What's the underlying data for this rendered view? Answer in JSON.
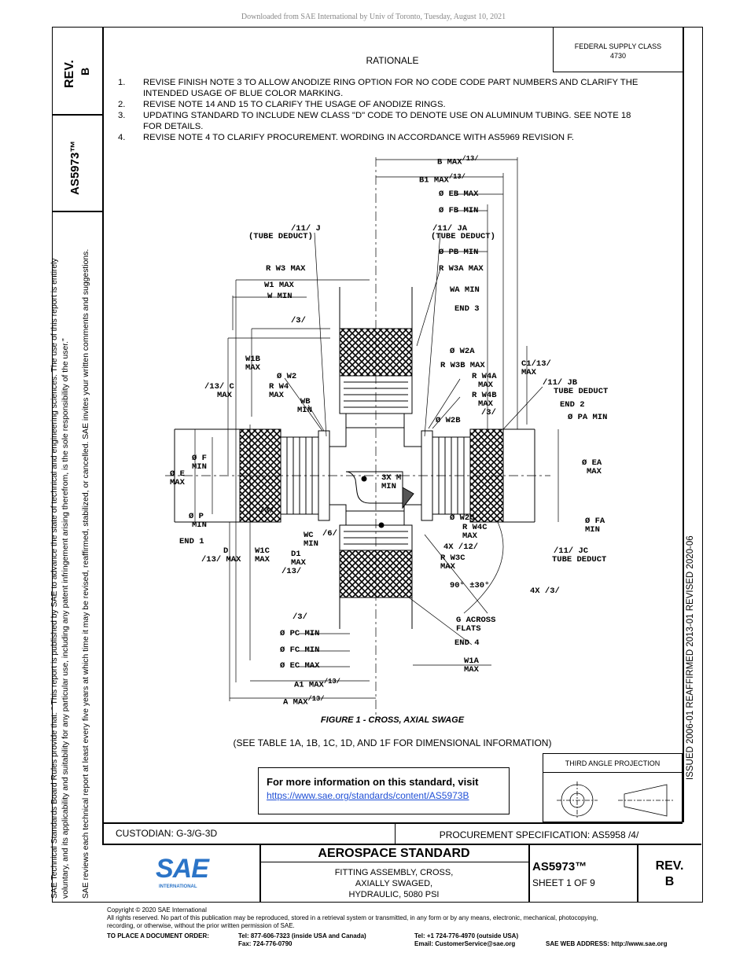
{
  "header": {
    "download_notice": "Downloaded from SAE International by Univ of Toronto, Tuesday, August 10, 2021"
  },
  "left_column": {
    "rev_label": "REV.",
    "rev_value": "B",
    "doc_number": "AS5973™",
    "policy_line1": "SAE Technical Standards Board Rules provide that: \"  This report is published by SAE to advance the state of technical and engineering sciences. The use of this report is entirely",
    "policy_line2": "voluntary, and its applicability and suitability for any particular use, including any patent infringement arising therefrom, is the sole responsibility of the user.\"",
    "policy_line3": "SAE reviews each technical report at least every five years at which time it may be revised, reaffirmed, stabilized, or cancelled. SAE invites your written comments and suggestions."
  },
  "right_column": {
    "dates": "ISSUED 2006-01    REAFFIRMED 2013-01    REVISED 2020-06"
  },
  "supply_class": {
    "line1": "FEDERAL SUPPLY CLASS",
    "line2": "4730"
  },
  "rationale": {
    "title": "RATIONALE",
    "items": [
      {
        "num": "1.",
        "text": "REVISE FINISH NOTE 3 TO ALLOW ANODIZE RING OPTION FOR NO CODE CODE PART NUMBERS AND CLARIFY THE INTENDED USAGE OF BLUE COLOR MARKING."
      },
      {
        "num": "2.",
        "text": "REVISE NOTE 14 AND 15 TO CLARIFY THE USAGE OF ANODIZE RINGS."
      },
      {
        "num": "3.",
        "text": "UPDATING STANDARD TO INCLUDE NEW CLASS \"D\" CODE TO DENOTE USE ON ALUMINUM TUBING. SEE NOTE 18 FOR DETAILS."
      },
      {
        "num": "4.",
        "text": "REVISE NOTE 4 TO CLARIFY PROCUREMENT. WORDING IN ACCORDANCE WITH AS5969 REVISION F."
      }
    ]
  },
  "drawing": {
    "labels": {
      "b_max": "B MAX",
      "b_max_ref": "/13/",
      "b1_max": "B1 MAX",
      "b1_max_ref": "/13/",
      "eb_max": "Ø EB MAX",
      "fb_min": "Ø FB MIN",
      "j_line1": "/11/ J",
      "j_line2": "(TUBE DEDUCT)",
      "ja_line1": "/11/ JA",
      "ja_line2": "(TUBE DEDUCT)",
      "pb_min": "Ø PB MIN",
      "r_w3_max": "R W3 MAX",
      "r_w3a_max": "R W3A MAX",
      "w1_max": "W1 MAX",
      "w_min": "W MIN",
      "wa_min": "WA MIN",
      "end3": "END 3",
      "ref3_top": "/3/",
      "w1b_max_1": "W1B",
      "w1b_max_2": "MAX",
      "w2a": "Ø W2A",
      "r_w3b_max": "R W3B MAX",
      "c1_1": "C1/13/",
      "c1_2": "MAX",
      "w2": "Ø W2",
      "r_w4_1": "R W4",
      "r_w4_2": "MAX",
      "c_max_1": "/13/ C",
      "c_max_2": "MAX",
      "wb_min_1": "WB",
      "wb_min_2": "MIN",
      "r_w4a_1": "R W4A",
      "r_w4a_2": "MAX",
      "r_w4b_1": "R W4B",
      "r_w4b_2": "MAX",
      "jb_1": "/11/ JB",
      "jb_2": "TUBE DEDUCT",
      "end2": "END 2",
      "pa_min": "Ø PA MIN",
      "ref3_right": "/3/",
      "w2b": "Ø W2B",
      "f_min_1": "Ø F",
      "f_min_2": "MIN",
      "e_max_1": "Ø E",
      "e_max_2": "MAX",
      "ea_max_1": "Ø EA",
      "ea_max_2": "MAX",
      "m_min_1": "3X M",
      "m_min_2": "MIN",
      "p_min_1": "Ø P",
      "p_min_2": "MIN",
      "end1": "END 1",
      "ref3_mid": "/3/",
      "ref6": "/6/",
      "w2c": "Ø W2C",
      "r_w4c_1": "R W4C",
      "r_w4c_2": "MAX",
      "fa_min_1": "Ø FA",
      "fa_min_2": "MIN",
      "ref12": "4X /12/",
      "r_w3c_1": "R W3C",
      "r_w3c_2": "MAX",
      "wc_min_1": "WC",
      "wc_min_2": "MIN",
      "d_1": "D",
      "d_2": "/13/ MAX",
      "w1c_1": "W1C",
      "w1c_2": "MAX",
      "d1_1": "D1",
      "d1_2": "MAX",
      "d1_3": "/13/",
      "jc_1": "/11/ JC",
      "jc_2": "TUBE DEDUCT",
      "angle": "90° ±30°",
      "ref4x3": "4X /3/",
      "ref3_bottom": "/3/",
      "g_1": "G ACROSS",
      "g_2": "FLATS",
      "pc_min": "Ø PC MIN",
      "end4": "END 4",
      "fc_min": "Ø FC MIN",
      "ec_max": "Ø EC MAX",
      "w1a_1": "W1A",
      "w1a_2": "MAX",
      "a1_max": "A1 MAX",
      "a1_ref": "/13/",
      "a_max": "A MAX",
      "a_ref": "/13/"
    }
  },
  "figure": {
    "caption": "FIGURE 1 - CROSS, AXIAL SWAGE",
    "note": "(SEE TABLE 1A, 1B, 1C, 1D, AND 1F FOR DIMENSIONAL INFORMATION)"
  },
  "info_box": {
    "title": "For more information on this standard, visit",
    "link": "https://www.sae.org/standards/content/AS5973B"
  },
  "projection": {
    "label": "THIRD ANGLE PROJECTION"
  },
  "title_block": {
    "custodian": "CUSTODIAN: G-3/G-3D",
    "procurement": "PROCUREMENT SPECIFICATION: AS5958 /4/",
    "logo_text": "SAE",
    "logo_sub": "INTERNATIONAL",
    "standard_type": "AEROSPACE STANDARD",
    "title_line1": "FITTING ASSEMBLY, CROSS,",
    "title_line2": "AXIALLY SWAGED,",
    "title_line3": "HYDRAULIC, 5080 PSI",
    "doc_number": "AS5973™",
    "sheet": "SHEET 1 OF 9",
    "rev_label": "REV.",
    "rev_value": "B"
  },
  "footer": {
    "copyright": "Copyright © 2020 SAE International",
    "rights1": "All rights reserved. No part of this publication may be reproduced, stored in a retrieval system or transmitted, in any form or by any means, electronic, mechanical, photocopying,",
    "rights2": "recording, or otherwise, without the prior written permission of SAE.",
    "order_label": "TO PLACE A DOCUMENT ORDER:",
    "tel_usa": "Tel: 877-606-7323 (inside USA and Canada)",
    "fax": "Fax: 724-776-0790",
    "tel_outside": "Tel: +1 724-776-4970 (outside USA)",
    "email": "Email: CustomerService@sae.org",
    "web": "SAE WEB ADDRESS: http://www.sae.org"
  }
}
